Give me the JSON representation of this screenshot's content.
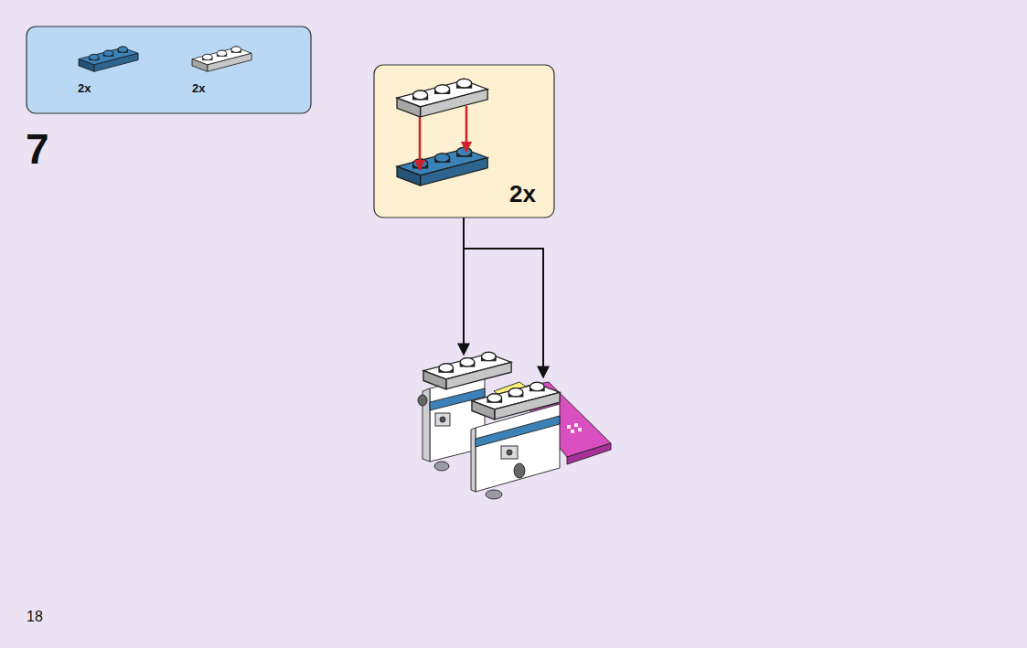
{
  "diagram": {
    "nodes": [
      {
        "text": [
          "2x",
          "2x"
        ]
      },
      {
        "text": [
          "2x"
        ]
      }
    ],
    "labels": [
      "7",
      "18"
    ]
  }
}
